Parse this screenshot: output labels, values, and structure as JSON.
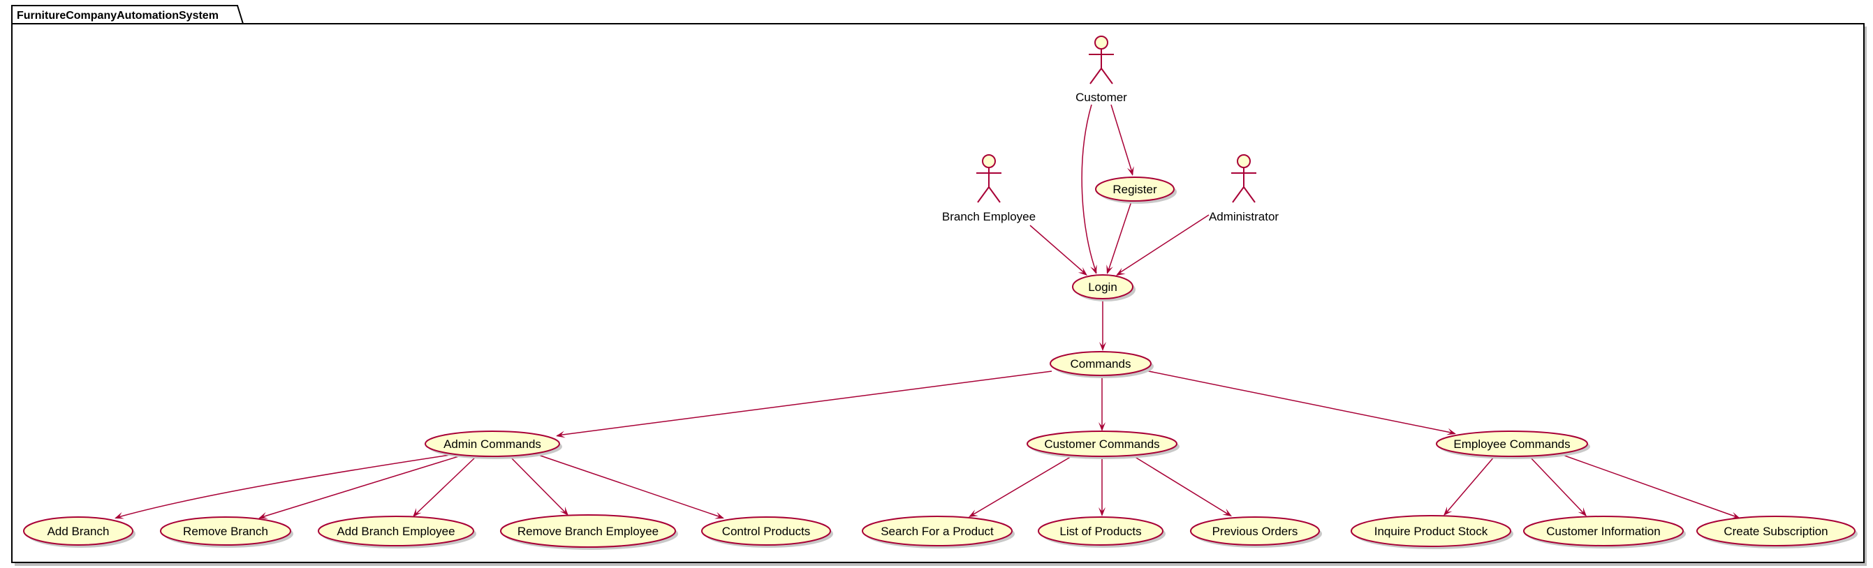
{
  "package": {
    "name": "FurnitureCompanyAutomationSystem"
  },
  "colors": {
    "usecase_fill": "#fefece",
    "usecase_border": "#a80036",
    "edge": "#a80036"
  },
  "actors": {
    "customer": "Customer",
    "branch_employee": "Branch Employee",
    "administrator": "Administrator"
  },
  "usecases": {
    "register": "Register",
    "login": "Login",
    "commands": "Commands",
    "admin_commands": "Admin Commands",
    "customer_commands": "Customer Commands",
    "employee_commands": "Employee Commands",
    "add_branch": "Add Branch",
    "remove_branch": "Remove Branch",
    "add_branch_employee": "Add Branch Employee",
    "remove_branch_employee": "Remove Branch Employee",
    "control_products": "Control Products",
    "search_product": "Search For a Product",
    "list_products": "List of Products",
    "previous_orders": "Previous Orders",
    "inquire_stock": "Inquire Product Stock",
    "customer_information": "Customer Information",
    "create_subscription": "Create Subscription"
  },
  "relations": [
    [
      "customer",
      "register"
    ],
    [
      "customer",
      "login"
    ],
    [
      "branch_employee",
      "login"
    ],
    [
      "administrator",
      "login"
    ],
    [
      "register",
      "login"
    ],
    [
      "login",
      "commands"
    ],
    [
      "commands",
      "admin_commands"
    ],
    [
      "commands",
      "customer_commands"
    ],
    [
      "commands",
      "employee_commands"
    ],
    [
      "admin_commands",
      "add_branch"
    ],
    [
      "admin_commands",
      "remove_branch"
    ],
    [
      "admin_commands",
      "add_branch_employee"
    ],
    [
      "admin_commands",
      "remove_branch_employee"
    ],
    [
      "admin_commands",
      "control_products"
    ],
    [
      "customer_commands",
      "search_product"
    ],
    [
      "customer_commands",
      "list_products"
    ],
    [
      "customer_commands",
      "previous_orders"
    ],
    [
      "employee_commands",
      "inquire_stock"
    ],
    [
      "employee_commands",
      "customer_information"
    ],
    [
      "employee_commands",
      "create_subscription"
    ]
  ]
}
